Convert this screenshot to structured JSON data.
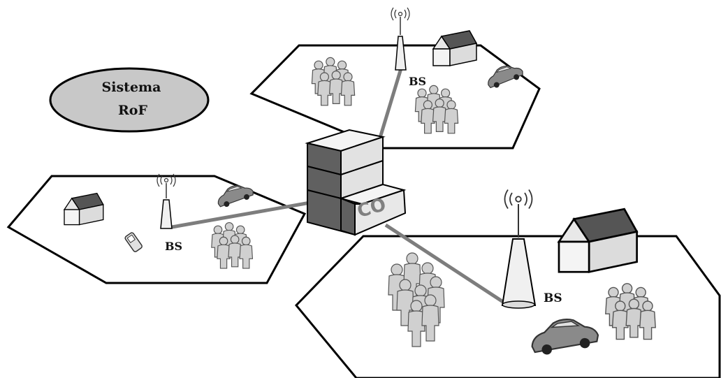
{
  "system_label": {
    "line1": "Sistema",
    "line2": "RoF"
  },
  "central_office": {
    "label": "CO"
  },
  "base_stations": [
    {
      "label": "BS"
    },
    {
      "label": "BS"
    },
    {
      "label": "BS"
    }
  ],
  "colors": {
    "ellipse_fill": "#c8c8c8",
    "link": "#7d7d7d",
    "outline": "#000000",
    "roof": "#555555",
    "wall": "#f0f0f0"
  },
  "icons": [
    "house-icon",
    "car-icon",
    "people-group-icon",
    "antenna-tower-icon",
    "mobile-phone-icon",
    "building-icon"
  ]
}
